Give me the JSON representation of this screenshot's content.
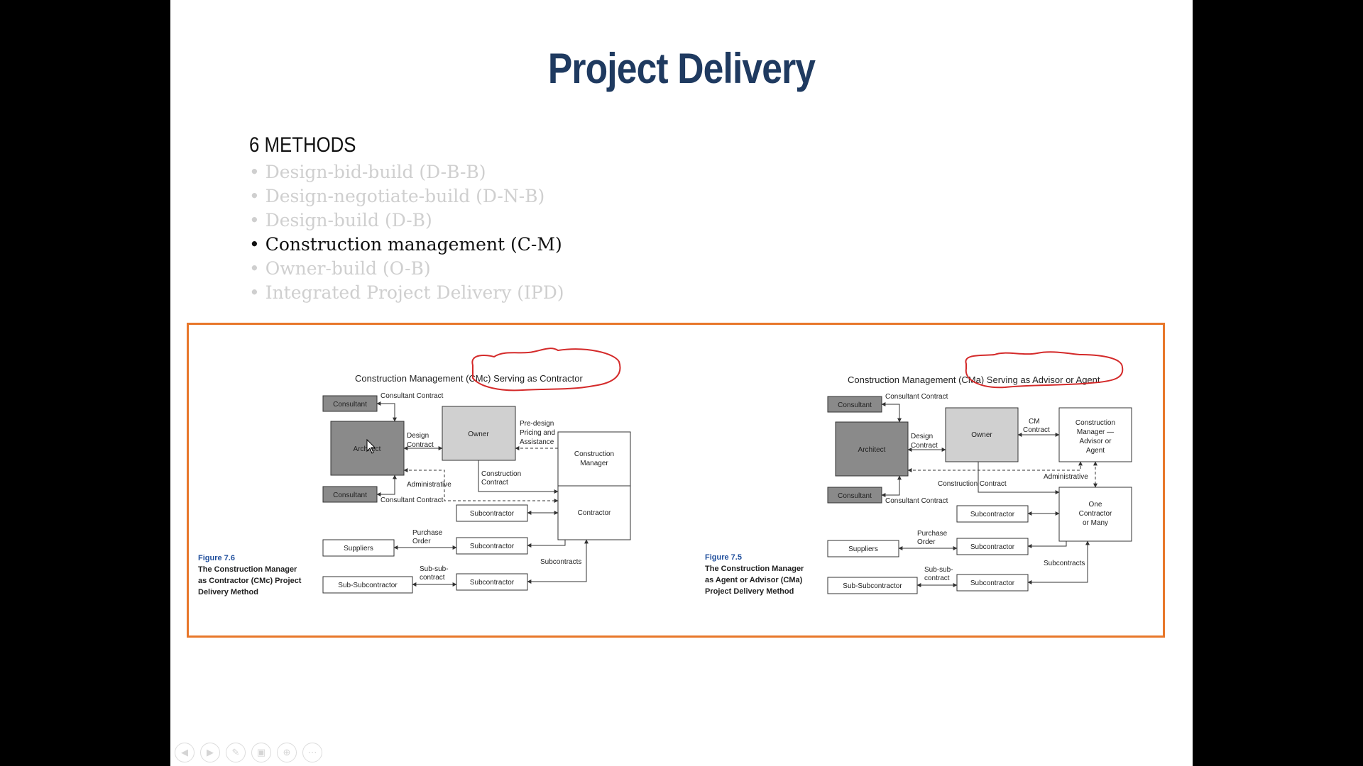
{
  "slide": {
    "title": "Project Delivery",
    "methods_heading": "6 METHODS",
    "methods": [
      "• Design-bid-build (D-B-B)",
      "• Design-negotiate-build (D-N-B)",
      "• Design-build (D-B)",
      "• Construction management (C-M)",
      "• Owner-build (O-B)",
      "• Integrated Project Delivery (IPD)"
    ],
    "active_method": 3
  },
  "figure_left": {
    "title": "Construction Management (CMc) Serving as Contractor",
    "caption_number": "Figure 7.6",
    "caption_lines": [
      "The Construction Manager",
      "as Contractor (CMc) Project",
      "Delivery Method"
    ],
    "boxes": {
      "consultant_top": "Consultant",
      "architect": "Architect",
      "consultant_bottom": "Consultant",
      "owner": "Owner",
      "cm_line1": "Construction",
      "cm_line2": "Manager",
      "contractor": "Contractor",
      "sub1": "Subcontractor",
      "sub2": "Subcontractor",
      "sub3": "Subcontractor",
      "suppliers": "Suppliers",
      "subsub": "Sub-Subcontractor"
    },
    "labels": {
      "consultant_contract_top": "Consultant Contract",
      "consultant_contract_bottom": "Consultant Contract",
      "design_contract_1": "Design",
      "design_contract_2": "Contract",
      "predesign_1": "Pre-design",
      "predesign_2": "Pricing and",
      "predesign_3": "Assistance",
      "construction_contract_1": "Construction",
      "construction_contract_2": "Contract",
      "administrative": "Administrative",
      "purchase_1": "Purchase",
      "purchase_2": "Order",
      "subsub_1": "Sub-sub-",
      "subsub_2": "contract",
      "subcontracts": "Subcontracts"
    }
  },
  "figure_right": {
    "title": "Construction Management (CMa) Serving as Advisor or Agent",
    "caption_number": "Figure 7.5",
    "caption_lines": [
      "The Construction Manager",
      "as Agent or Advisor (CMa)",
      "Project Delivery Method"
    ],
    "boxes": {
      "consultant_top": "Consultant",
      "architect": "Architect",
      "consultant_bottom": "Consultant",
      "owner": "Owner",
      "cm_line1": "Construction",
      "cm_line2": "Manager —",
      "cm_line3": "Advisor or",
      "cm_line4": "Agent",
      "contractor_line1": "One",
      "contractor_line2": "Contractor",
      "contractor_line3": "or Many",
      "sub1": "Subcontractor",
      "sub2": "Subcontractor",
      "sub3": "Subcontractor",
      "suppliers": "Suppliers",
      "subsub": "Sub-Subcontractor"
    },
    "labels": {
      "consultant_contract_top": "Consultant Contract",
      "consultant_contract_bottom": "Consultant Contract",
      "design_contract_1": "Design",
      "design_contract_2": "Contract",
      "cm_contract_1": "CM",
      "cm_contract_2": "Contract",
      "construction_contract": "Construction Contract",
      "administrative": "Administrative",
      "purchase_1": "Purchase",
      "purchase_2": "Order",
      "subsub_1": "Sub-sub-",
      "subsub_2": "contract",
      "subcontracts": "Subcontracts"
    }
  },
  "controls": {
    "prev_icon": "◀",
    "next_icon": "▶",
    "pen_icon": "✎",
    "slides_icon": "▣",
    "zoom_icon": "⊕",
    "more_icon": "⋯"
  },
  "colors": {
    "title": "#1f3a60",
    "frame": "#e8772a",
    "annotation": "#d42a2a",
    "caption_blue": "#1f4e9c",
    "box_dark": "#8a8a8a",
    "box_mid": "#d0d0d0"
  }
}
